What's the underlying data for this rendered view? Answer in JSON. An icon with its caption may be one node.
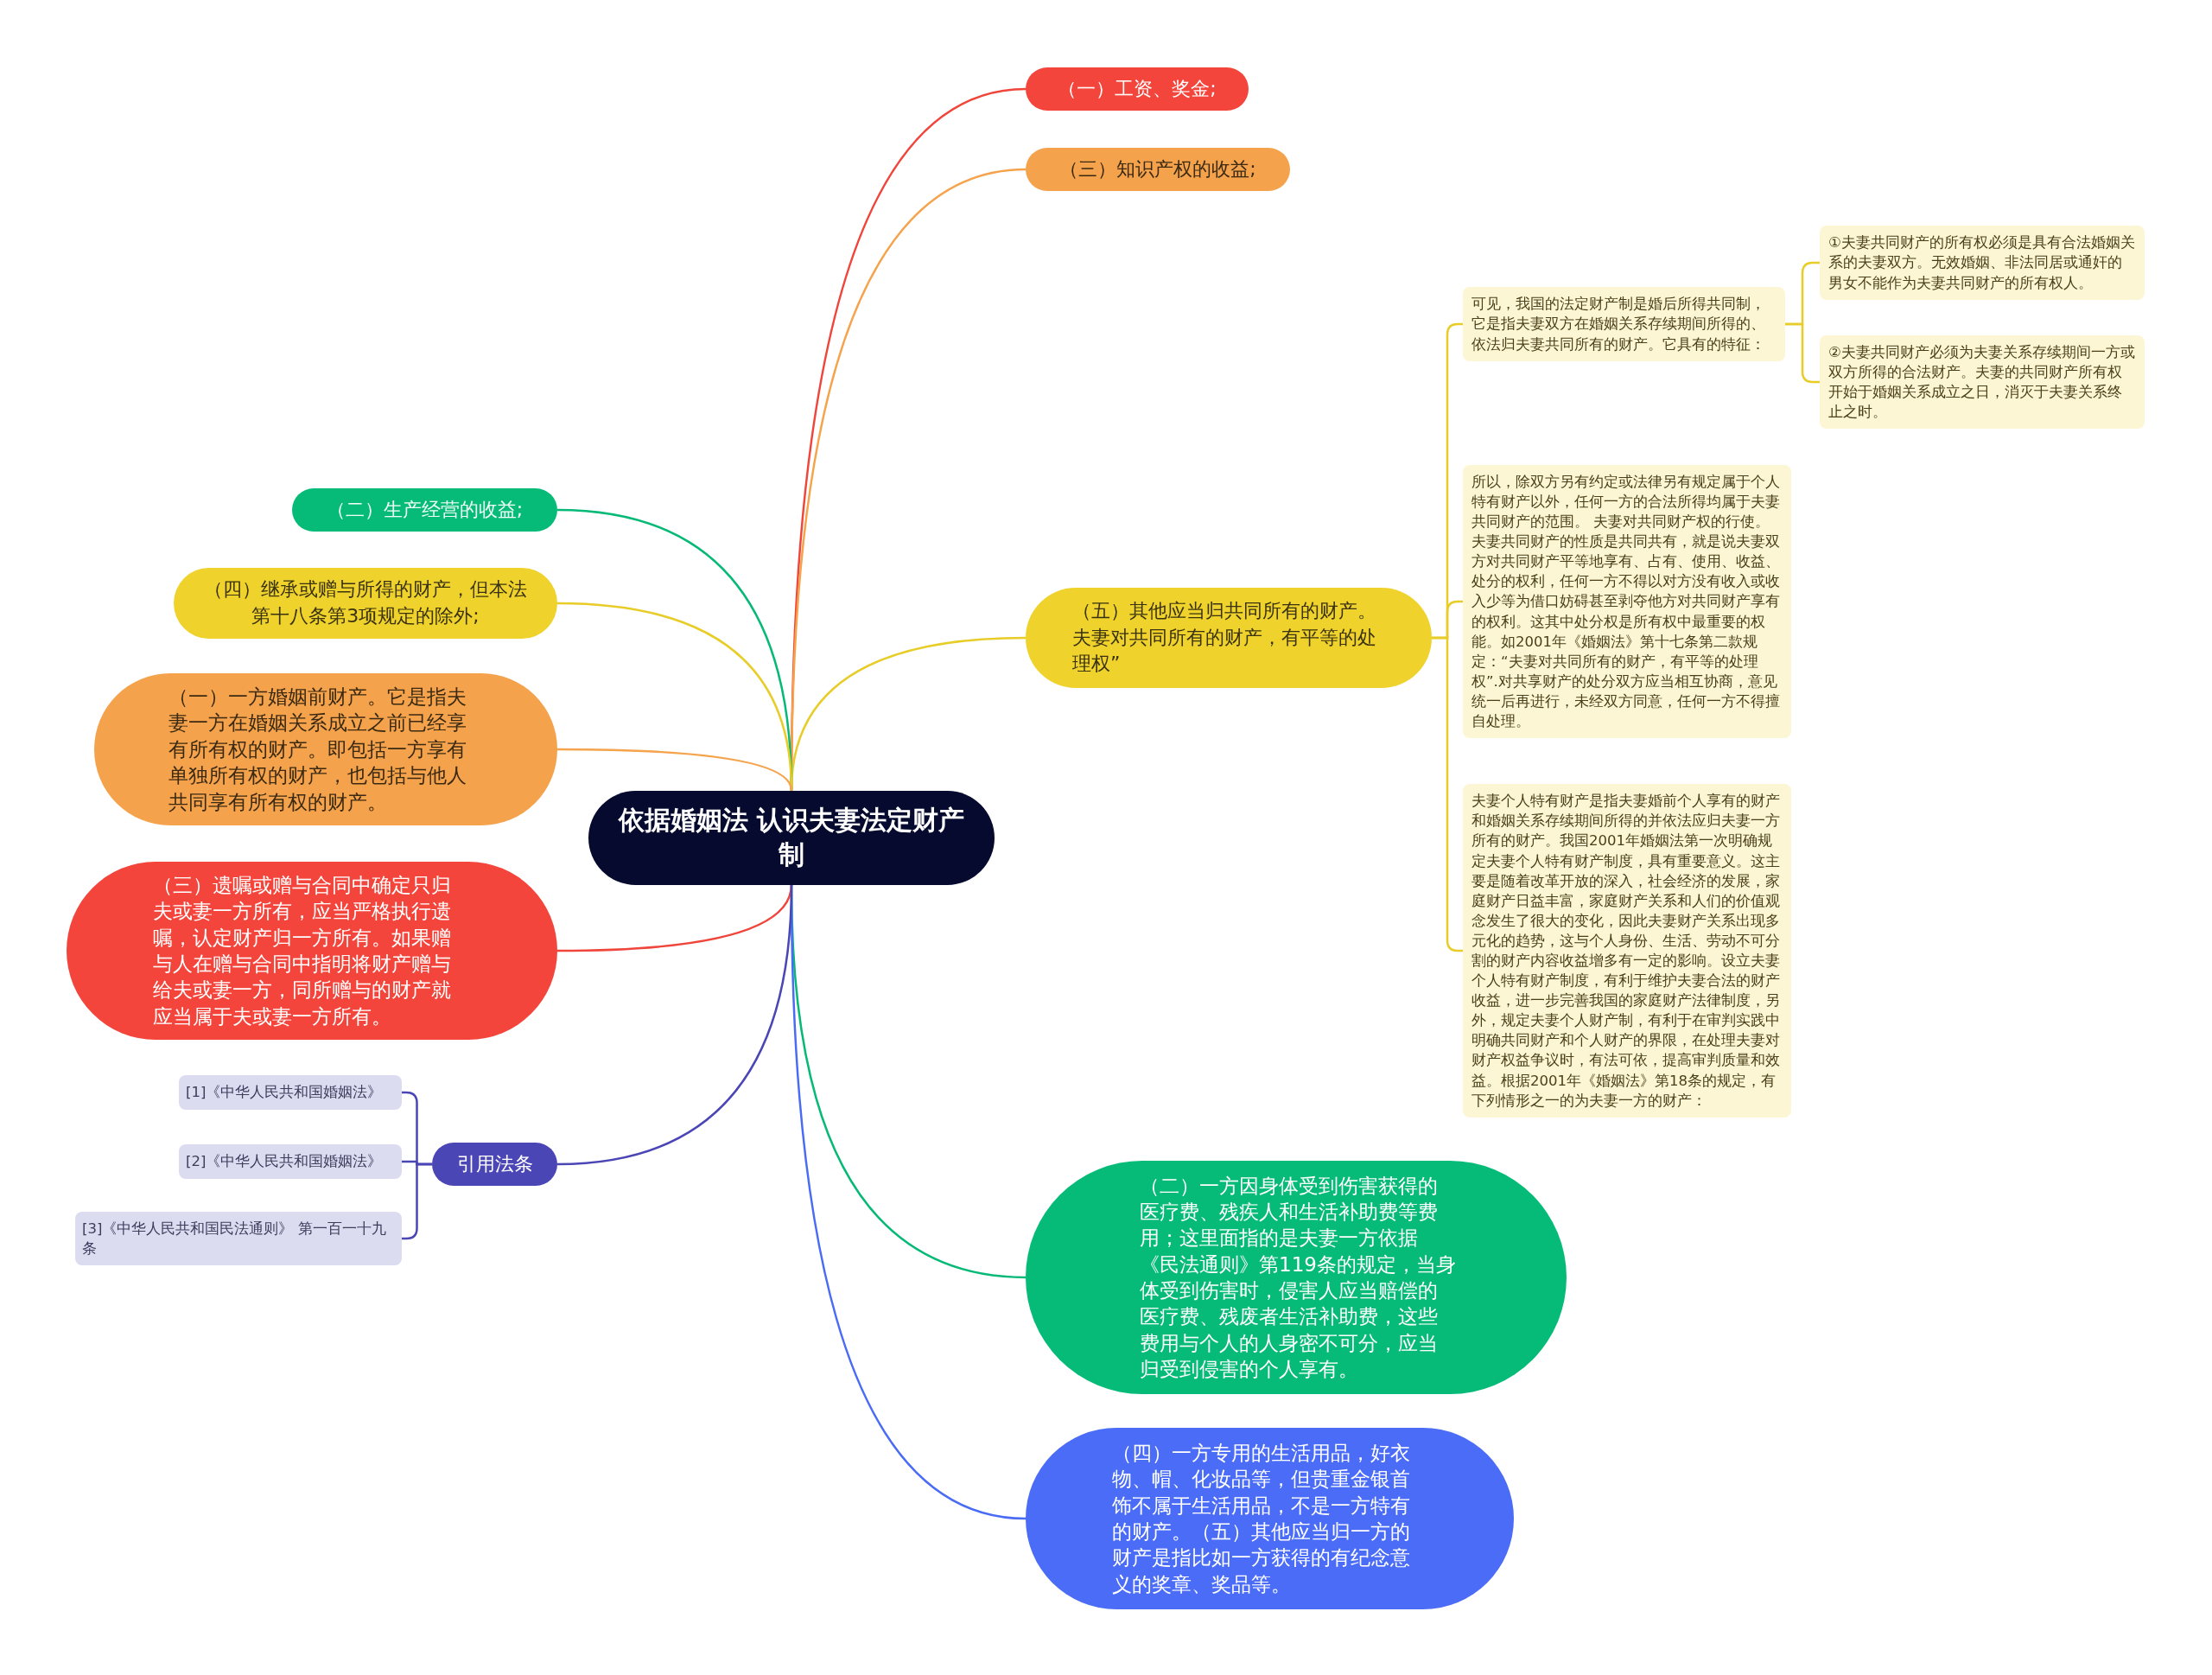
{
  "diagram": {
    "nodes": [
      {
        "text": [
          "依据婚姻法 认识夫妻法定财产制"
        ]
      },
      {
        "text": [
          "（一）工资、奖金;"
        ]
      },
      {
        "text": [
          "（三）知识产权的收益;"
        ]
      },
      {
        "text": [
          "（五）其他应当归共同所有的财产。夫妻对共同所有的财产，有平等的处理权”"
        ]
      },
      {
        "text": [
          "可见，我国的法定财产制是婚后所得共同制，它是指夫妻双方在婚姻关系存续期间所得的、依法归夫妻共同所有的财产。它具有的特征："
        ]
      },
      {
        "text": [
          "①夫妻共同财产的所有权必须是具有合法婚姻关系的夫妻双方。无效婚姻、非法同居或通奸的男女不能作为夫妻共同财产的所有权人。"
        ]
      },
      {
        "text": [
          "②夫妻共同财产必须为夫妻关系存续期间一方或双方所得的合法财产。夫妻的共同财产所有权开始于婚姻关系成立之日，消灭于夫妻关系终止之时。"
        ]
      },
      {
        "text": [
          "所以，除双方另有约定或法律另有规定属于个人特有财产以外，任何一方的合法所得均属于夫妻共同财产的范围。 夫妻对共同财产权的行使。夫妻共同财产的性质是共同共有，就是说夫妻双方对共同财产平等地享有、占有、使用、收益、处分的权利，任何一方不得以对方没有收入或收入少等为借口妨碍甚至剥夺他方对共同财产享有的权利。这其中处分权是所有权中最重要的权能。如2001年《婚姻法》第十七条第二款规定：“夫妻对共同所有的财产，有平等的处理权”.对共享财产的处分双方应当相互协商，意见统一后再进行，未经双方同意，任何一方不得擅自处理。"
        ]
      },
      {
        "text": [
          "夫妻个人特有财产是指夫妻婚前个人享有的财产和婚姻关系存续期间所得的并依法应归夫妻一方所有的财产。我国2001年婚姻法第一次明确规定夫妻个人特有财产制度，具有重要意义。这主要是随着改革开放的深入，社会经济的发展，家庭财产日益丰富，家庭财产关系和人们的价值观念发生了很大的变化，因此夫妻财产关系出现多元化的趋势，这与个人身份、生活、劳动不可分割的财产内容收益增多有一定的影响。设立夫妻个人特有财产制度，有利于维护夫妻合法的财产收益，进一步完善我国的家庭财产法律制度，另外，规定夫妻个人财产制，有利于在审判实践中明确共同财产和个人财产的界限，在处理夫妻对财产权益争议时，有法可依，提高审判质量和效益。根据2001年《婚姻法》第18条的规定，有下列情形之一的为夫妻一方的财产："
        ]
      },
      {
        "text": [
          "（二）一方因身体受到伤害获得的医疗费、残疾人和生活补助费等费用；这里面指的是夫妻一方依据《民法通则》第119条的规定，当身体受到伤害时，侵害人应当赔偿的医疗费、残废者生活补助费，这些费用与个人的人身密不可分，应当归受到侵害的个人享有。"
        ]
      },
      {
        "text": [
          "（四）一方专用的生活用品，好衣物、帽、化妆品等，但贵重金银首饰不属于生活用品，不是一方特有的财产。（五）其他应当归一方的财产是指比如一方获得的有纪念意义的奖章、奖品等。"
        ]
      },
      {
        "text": [
          "（二）生产经营的收益;"
        ]
      },
      {
        "text": [
          "（四）继承或赠与所得的财产，但本法第十八条第3项规定的除外;"
        ]
      },
      {
        "text": [
          "（一）一方婚姻前财产。它是指夫妻一方在婚姻关系成立之前已经享有所有权的财产。即包括一方享有单独所有权的财产，也包括与他人共同享有所有权的财产。"
        ]
      },
      {
        "text": [
          "（三）遗嘱或赠与合同中确定只归夫或妻一方所有，应当严格执行遗嘱，认定财产归一方所有。如果赠与人在赠与合同中指明将财产赠与给夫或妻一方，同所赠与的财产就应当属于夫或妻一方所有。"
        ]
      },
      {
        "text": [
          "引用法条"
        ]
      },
      {
        "text": [
          "[1]《中华人民共和国婚姻法》"
        ]
      },
      {
        "text": [
          "[2]《中华人民共和国婚姻法》"
        ]
      },
      {
        "text": [
          "[3]《中华人民共和国民法通则》 第一百一十九条"
        ]
      }
    ],
    "edges": [
      {
        "from": 0,
        "to": 1,
        "arrow": "none",
        "color": "#f0453a"
      },
      {
        "from": 0,
        "to": 2,
        "arrow": "none",
        "color": "#f5a34c"
      },
      {
        "from": 0,
        "to": 3,
        "arrow": "none",
        "color": "#e8cc28"
      },
      {
        "from": 3,
        "to": 4,
        "arrow": "none",
        "color": "#e8cc28"
      },
      {
        "from": 4,
        "to": 5,
        "arrow": "none",
        "color": "#e8cc28"
      },
      {
        "from": 4,
        "to": 6,
        "arrow": "none",
        "color": "#e8cc28"
      },
      {
        "from": 3,
        "to": 7,
        "arrow": "none",
        "color": "#e8cc28"
      },
      {
        "from": 3,
        "to": 8,
        "arrow": "none",
        "color": "#e8cc28"
      },
      {
        "from": 0,
        "to": 9,
        "arrow": "none",
        "color": "#07b977"
      },
      {
        "from": 0,
        "to": 10,
        "arrow": "none",
        "color": "#4a6cf5"
      },
      {
        "from": 0,
        "to": 11,
        "arrow": "none",
        "color": "#07b977"
      },
      {
        "from": 0,
        "to": 12,
        "arrow": "none",
        "color": "#e8cc28"
      },
      {
        "from": 0,
        "to": 13,
        "arrow": "none",
        "color": "#f5a34c"
      },
      {
        "from": 0,
        "to": 14,
        "arrow": "none",
        "color": "#f0453a"
      },
      {
        "from": 0,
        "to": 15,
        "arrow": "none",
        "color": "#4b46b5"
      },
      {
        "from": 15,
        "to": 16,
        "arrow": "none",
        "color": "#4b46b5"
      },
      {
        "from": 15,
        "to": 17,
        "arrow": "none",
        "color": "#4b46b5"
      },
      {
        "from": 15,
        "to": 18,
        "arrow": "none",
        "color": "#4b46b5"
      }
    ]
  }
}
